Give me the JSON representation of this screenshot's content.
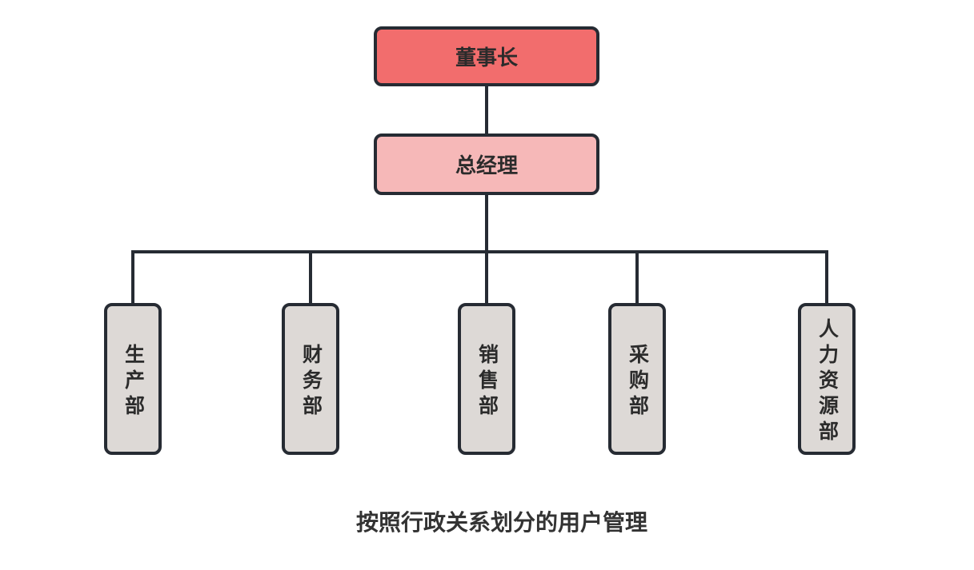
{
  "diagram": {
    "root": {
      "label": "董事长"
    },
    "manager": {
      "label": "总经理"
    },
    "departments": [
      {
        "label": "生产部"
      },
      {
        "label": "财务部"
      },
      {
        "label": "销售部"
      },
      {
        "label": "采购部"
      },
      {
        "label": "人力资源部"
      }
    ],
    "caption": "按照行政关系划分的用户管理"
  },
  "colors": {
    "root_fill": "#f26d6d",
    "manager_fill": "#f6b8b8",
    "department_fill": "#ddd9d6",
    "border": "#262b33",
    "line": "#262b33",
    "text": "#2b2b2b",
    "caption_text": "#333333",
    "background": "#ffffff"
  }
}
